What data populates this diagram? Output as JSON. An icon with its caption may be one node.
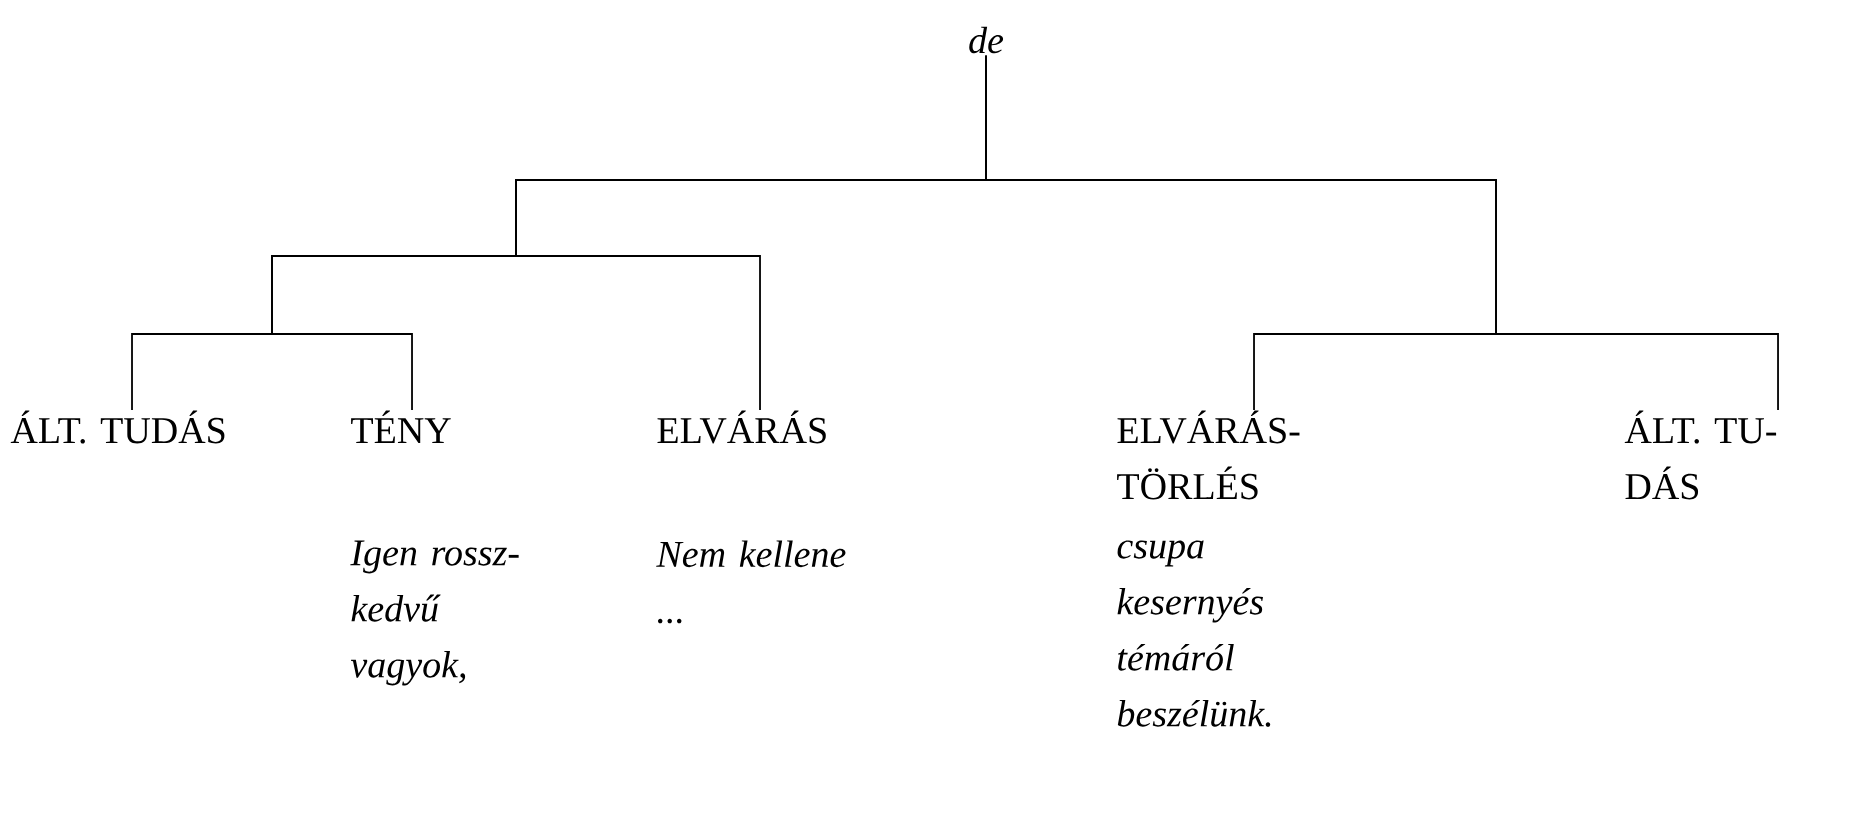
{
  "diagram": {
    "nodes": [
      {
        "text": [
          "de"
        ]
      },
      {
        "text": [
          "ÁLT. TUDÁS"
        ]
      },
      {
        "text": [
          "TÉNY"
        ],
        "beside": [
          "Igen rossz-kedvű vagyok,"
        ]
      },
      {
        "text": [
          "ELVÁRÁS"
        ],
        "beside": [
          "Nem kellene ..."
        ]
      },
      {
        "text": [
          "ELVÁRÁS-TÖRLÉS"
        ],
        "beside": [
          "csupa kesernyés témáról beszélünk."
        ]
      },
      {
        "text": [
          "ÁLT. TU-DÁS"
        ]
      }
    ],
    "edges": [
      {
        "from": 0,
        "to": 1,
        "arrow": "none"
      },
      {
        "from": 0,
        "to": 2,
        "arrow": "none"
      },
      {
        "from": 0,
        "to": 3,
        "arrow": "none"
      },
      {
        "from": 0,
        "to": 4,
        "arrow": "none"
      },
      {
        "from": 0,
        "to": 5,
        "arrow": "none"
      }
    ]
  }
}
